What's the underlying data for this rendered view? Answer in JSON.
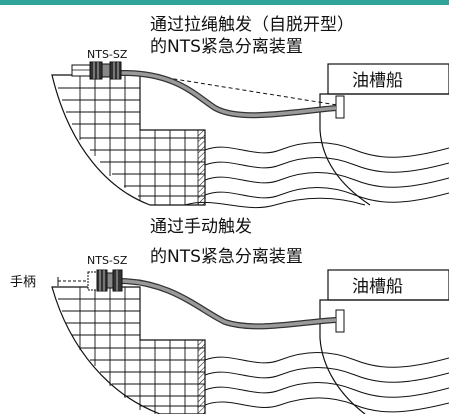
{
  "colors": {
    "accent": "#2ea49a",
    "line": "#111111",
    "hose": "#7a7a7a"
  },
  "top_panel": {
    "title_line1": "通过拉绳触发（自脱开型）",
    "title_line2": "的NTS紧急分离装置",
    "device_label": "NTS-SZ",
    "tanker_label": "油槽船"
  },
  "bottom_panel": {
    "title_line1": "通过手动触发",
    "title_line2": "的NTS紧急分离装置",
    "device_label": "NTS-SZ",
    "handle_label": "手柄",
    "tanker_label": "油槽船"
  }
}
